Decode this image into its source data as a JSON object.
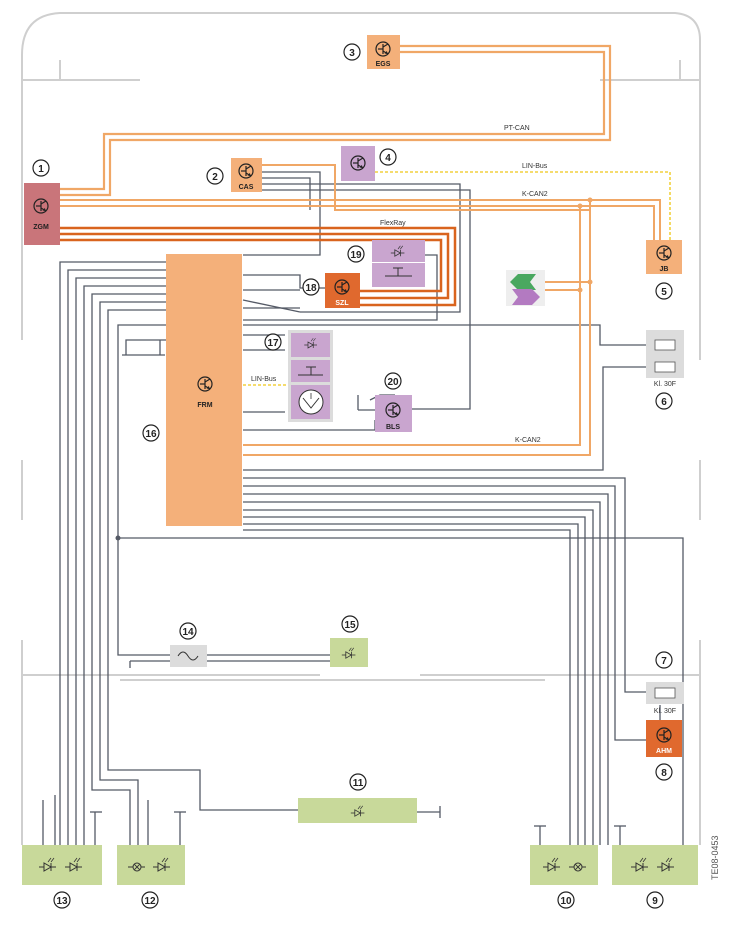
{
  "doc_id": "TE08-0453",
  "colors": {
    "ecu_orange": "#f4b07a",
    "ecu_dark_orange": "#e0692e",
    "ecu_pink": "#c9757a",
    "ecu_purple": "#c9a5cf",
    "light_green": "#c8d99a",
    "light_grey": "#dcdcdc",
    "wire_grey": "#555a66",
    "bus_orange": "#f0a766",
    "flexray_orange": "#d9641e",
    "lin_yellow": "#f2d13e"
  },
  "buses": {
    "pt_can": "PT-CAN",
    "lin_bus_top": "LIN-Bus",
    "k_can2_top": "K-CAN2",
    "flexray": "FlexRay",
    "lin_bus_mid": "LIN-Bus",
    "k_can2_bottom": "K-CAN2"
  },
  "components": {
    "zgm": {
      "num": "1",
      "label": "ZGM"
    },
    "cas": {
      "num": "2",
      "label": "CAS"
    },
    "egs": {
      "num": "3",
      "label": "EGS"
    },
    "c4": {
      "num": "4"
    },
    "jb": {
      "num": "5",
      "label": "JB"
    },
    "kl30f_a": {
      "num": "6",
      "label": "Kl. 30F"
    },
    "kl30f_b": {
      "num": "7",
      "label": "Kl. 30F"
    },
    "ahm": {
      "num": "8",
      "label": "AHM"
    },
    "c9": {
      "num": "9"
    },
    "c10": {
      "num": "10"
    },
    "c11": {
      "num": "11"
    },
    "c12": {
      "num": "12"
    },
    "c13": {
      "num": "13"
    },
    "c14": {
      "num": "14"
    },
    "c15": {
      "num": "15"
    },
    "frm": {
      "num": "16",
      "label": "FRM"
    },
    "c17": {
      "num": "17"
    },
    "szl": {
      "num": "18",
      "label": "SZL"
    },
    "c19": {
      "num": "19"
    },
    "bls": {
      "num": "20",
      "label": "BLS"
    }
  }
}
